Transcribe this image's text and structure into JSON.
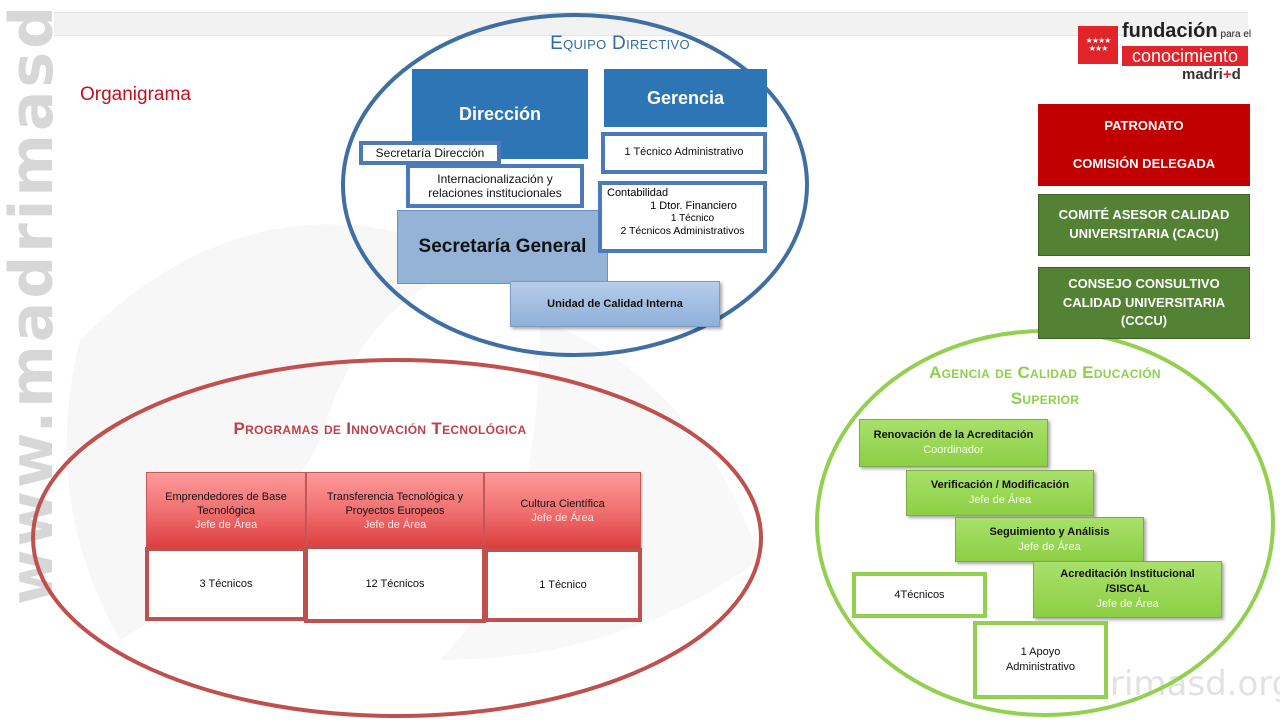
{
  "page": {
    "title": "Organigrama",
    "watermark_side": "www.madrimasd.org",
    "watermark_bottom": "rimasd.org"
  },
  "logo": {
    "line1": "fundación",
    "line1_small": "para el",
    "line2": "conocimiento",
    "line3_a": "madri",
    "line3_b": "+",
    "line3_c": "d",
    "stars": "★★★★ ★★★"
  },
  "colors": {
    "equipo_blue": "#2e75b6",
    "programas_red": "#c0504d",
    "agencia_green": "#92d050",
    "patronato_red": "#c00000",
    "comite_green": "#548235"
  },
  "equipo_directivo": {
    "title": "Equipo Directivo",
    "direccion": "Dirección",
    "gerencia": "Gerencia",
    "secretaria_direccion": "Secretaría Dirección",
    "internacionalizacion_l1": "Internacionalización y",
    "internacionalizacion_l2": "relaciones institucionales",
    "tecnico_administrativo": "1 Técnico Administrativo",
    "contabilidad": {
      "title": "Contabilidad",
      "line1": "1 Dtor. Financiero",
      "line2": "1 Técnico",
      "line3": "2 Técnicos Administrativos"
    },
    "secretaria_general": "Secretaría General",
    "unidad_calidad": "Unidad de Calidad  Interna"
  },
  "side_panels": {
    "patronato": "PATRONATO",
    "comision": "COMISIÓN DELEGADA",
    "cacu": "COMITÉ ASESOR CALIDAD UNIVERSITARIA (CACU)",
    "cccu": "CONSEJO CONSULTIVO CALIDAD UNIVERSITARIA (CCCU)"
  },
  "programas": {
    "title": "Programas de Innovación Tecnológica",
    "areas": [
      {
        "name_l1": "Emprendedores de Base",
        "name_l2": "Tecnológica",
        "role": "Jefe de Área",
        "staff": "3 Técnicos"
      },
      {
        "name_l1": "Transferencia Tecnológica y",
        "name_l2": "Proyectos Europeos",
        "role": "Jefe de Área",
        "staff": "12 Técnicos"
      },
      {
        "name_l1": "Cultura Científica",
        "name_l2": "",
        "role": "Jefe de Área",
        "staff": "1 Técnico"
      }
    ]
  },
  "agencia": {
    "title_l1": "Agencia de Calidad Educación",
    "title_l2": "Superior",
    "steps": [
      {
        "name_l1": "Renovación  de la Acreditación",
        "name_l2": "",
        "role": "Coordinador"
      },
      {
        "name_l1": "Verificación / Modificación",
        "name_l2": "",
        "role": "Jefe de Área"
      },
      {
        "name_l1": "Seguimiento y Análisis",
        "name_l2": "",
        "role": "Jefe de Área"
      },
      {
        "name_l1": "Acreditación Institucional",
        "name_l2": "/SISCAL",
        "role": "Jefe de Área"
      }
    ],
    "tecnicos": "4Técnicos",
    "apoyo_l1": "1 Apoyo",
    "apoyo_l2": "Administrativo"
  }
}
